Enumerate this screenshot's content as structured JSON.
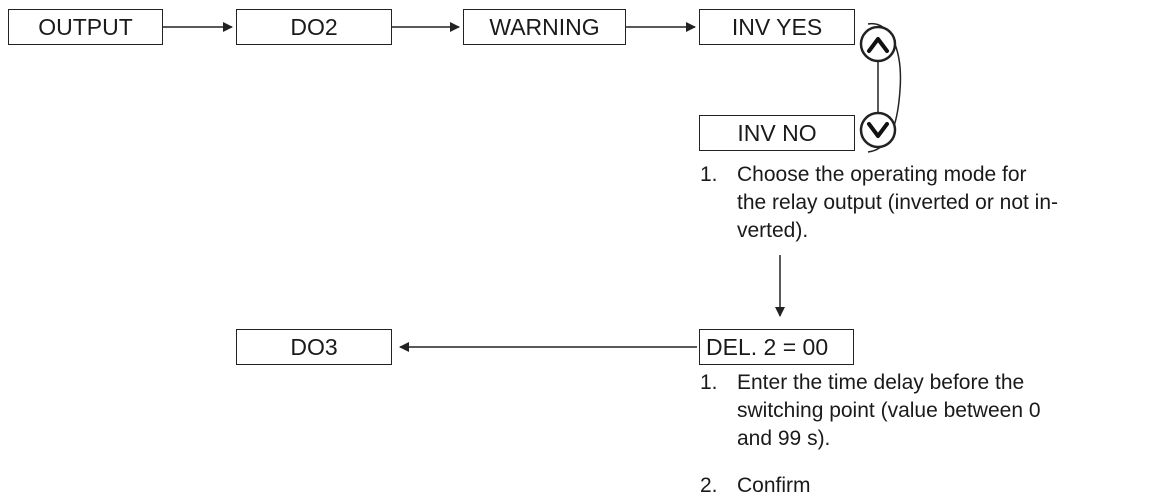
{
  "nodes": {
    "output": "OUTPUT",
    "do2": "DO2",
    "warning": "WARNING",
    "inv_yes": "INV YES",
    "inv_no": "INV NO",
    "del": "DEL. 2 = 00",
    "do3": "DO3"
  },
  "icons": {
    "up": "up-arrow-button-icon",
    "down": "down-arrow-button-icon"
  },
  "step_block_1": [
    {
      "num": "1.",
      "lines": [
        "Choose the operating mode for",
        "the relay output (inverted or not in-",
        "verted)."
      ]
    }
  ],
  "step_block_2": [
    {
      "num": "1.",
      "lines": [
        "Enter the time delay before the",
        "switching point (value between 0",
        "and 99 s)."
      ]
    },
    {
      "num": "2.",
      "lines": [
        "Confirm"
      ]
    }
  ]
}
